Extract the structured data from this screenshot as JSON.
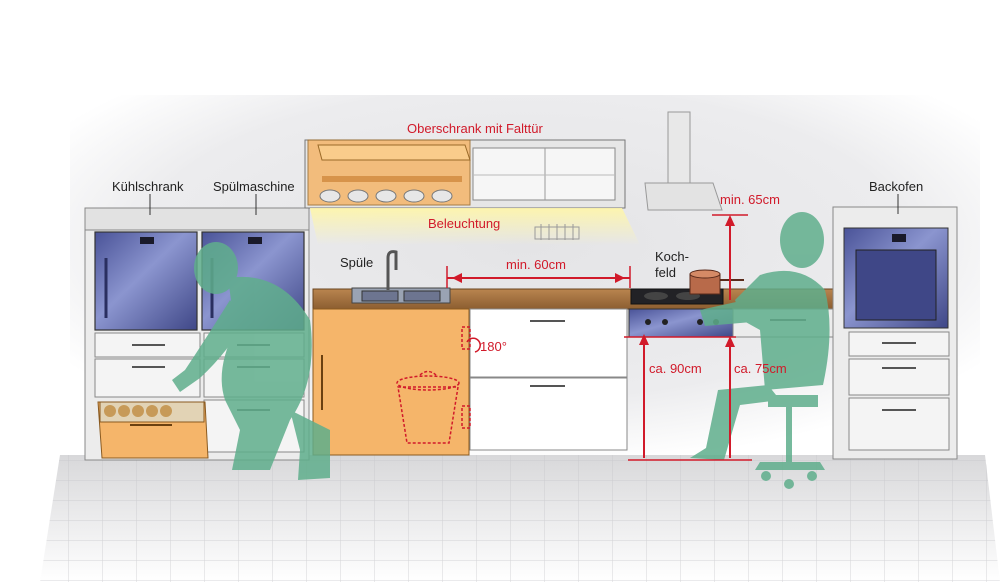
{
  "labels": {
    "kuehlschrank": "Kühlschrank",
    "spuelmaschine": "Spülmaschine",
    "oberschrank": "Oberschrank mit Falttür",
    "beleuchtung": "Beleuchtung",
    "spuele": "Spüle",
    "min60": "min. 60cm",
    "kochfeld_line1": "Koch-",
    "kochfeld_line2": "feld",
    "min65": "min. 65cm",
    "backofen": "Backofen",
    "deg180": "180°",
    "ca90": "ca. 90cm",
    "ca75": "ca. 75cm"
  },
  "colors": {
    "annotation_red": "#d11a2a",
    "person_green": "#5fae8c",
    "cabinet_orange": "#f5b56a",
    "countertop": "#a87544",
    "appliance_blue": "#6c78b8",
    "label_dark": "#222222"
  }
}
